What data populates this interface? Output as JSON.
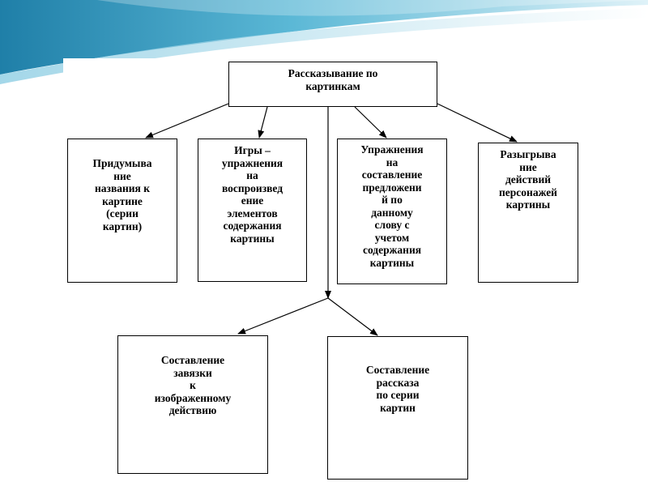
{
  "root": {
    "lines": [
      "Рассказывание по",
      "картинкам"
    ]
  },
  "branches": [
    {
      "id": "invent-names",
      "lines": [
        "Придумыва",
        "ние",
        "названия к",
        "картине",
        "(серии",
        "картин)"
      ]
    },
    {
      "id": "games",
      "lines": [
        "Игры –",
        "упражнения",
        "на",
        "воспроизвед",
        "ение",
        "элементов",
        "содержания",
        "картины"
      ]
    },
    {
      "id": "sentences",
      "lines": [
        "Упражнения",
        "на",
        "составление",
        "предложени",
        "й по",
        "данному",
        "слову с",
        "учетом",
        "содержания",
        "картины"
      ]
    },
    {
      "id": "acting",
      "lines": [
        "Разыгрыва",
        "ние",
        "действий",
        "персонажей",
        "картины"
      ]
    }
  ],
  "sub_branches": [
    {
      "id": "plot-start",
      "lines": [
        "Составление",
        "завязки",
        "к",
        "изображенному",
        "действию"
      ]
    },
    {
      "id": "story-series",
      "lines": [
        "Составление",
        "рассказа",
        "по серии",
        "картин"
      ]
    }
  ],
  "colors": {
    "border": "#000000",
    "wave_dark": "#2b8fb8",
    "wave_light": "#9fd6e8"
  }
}
